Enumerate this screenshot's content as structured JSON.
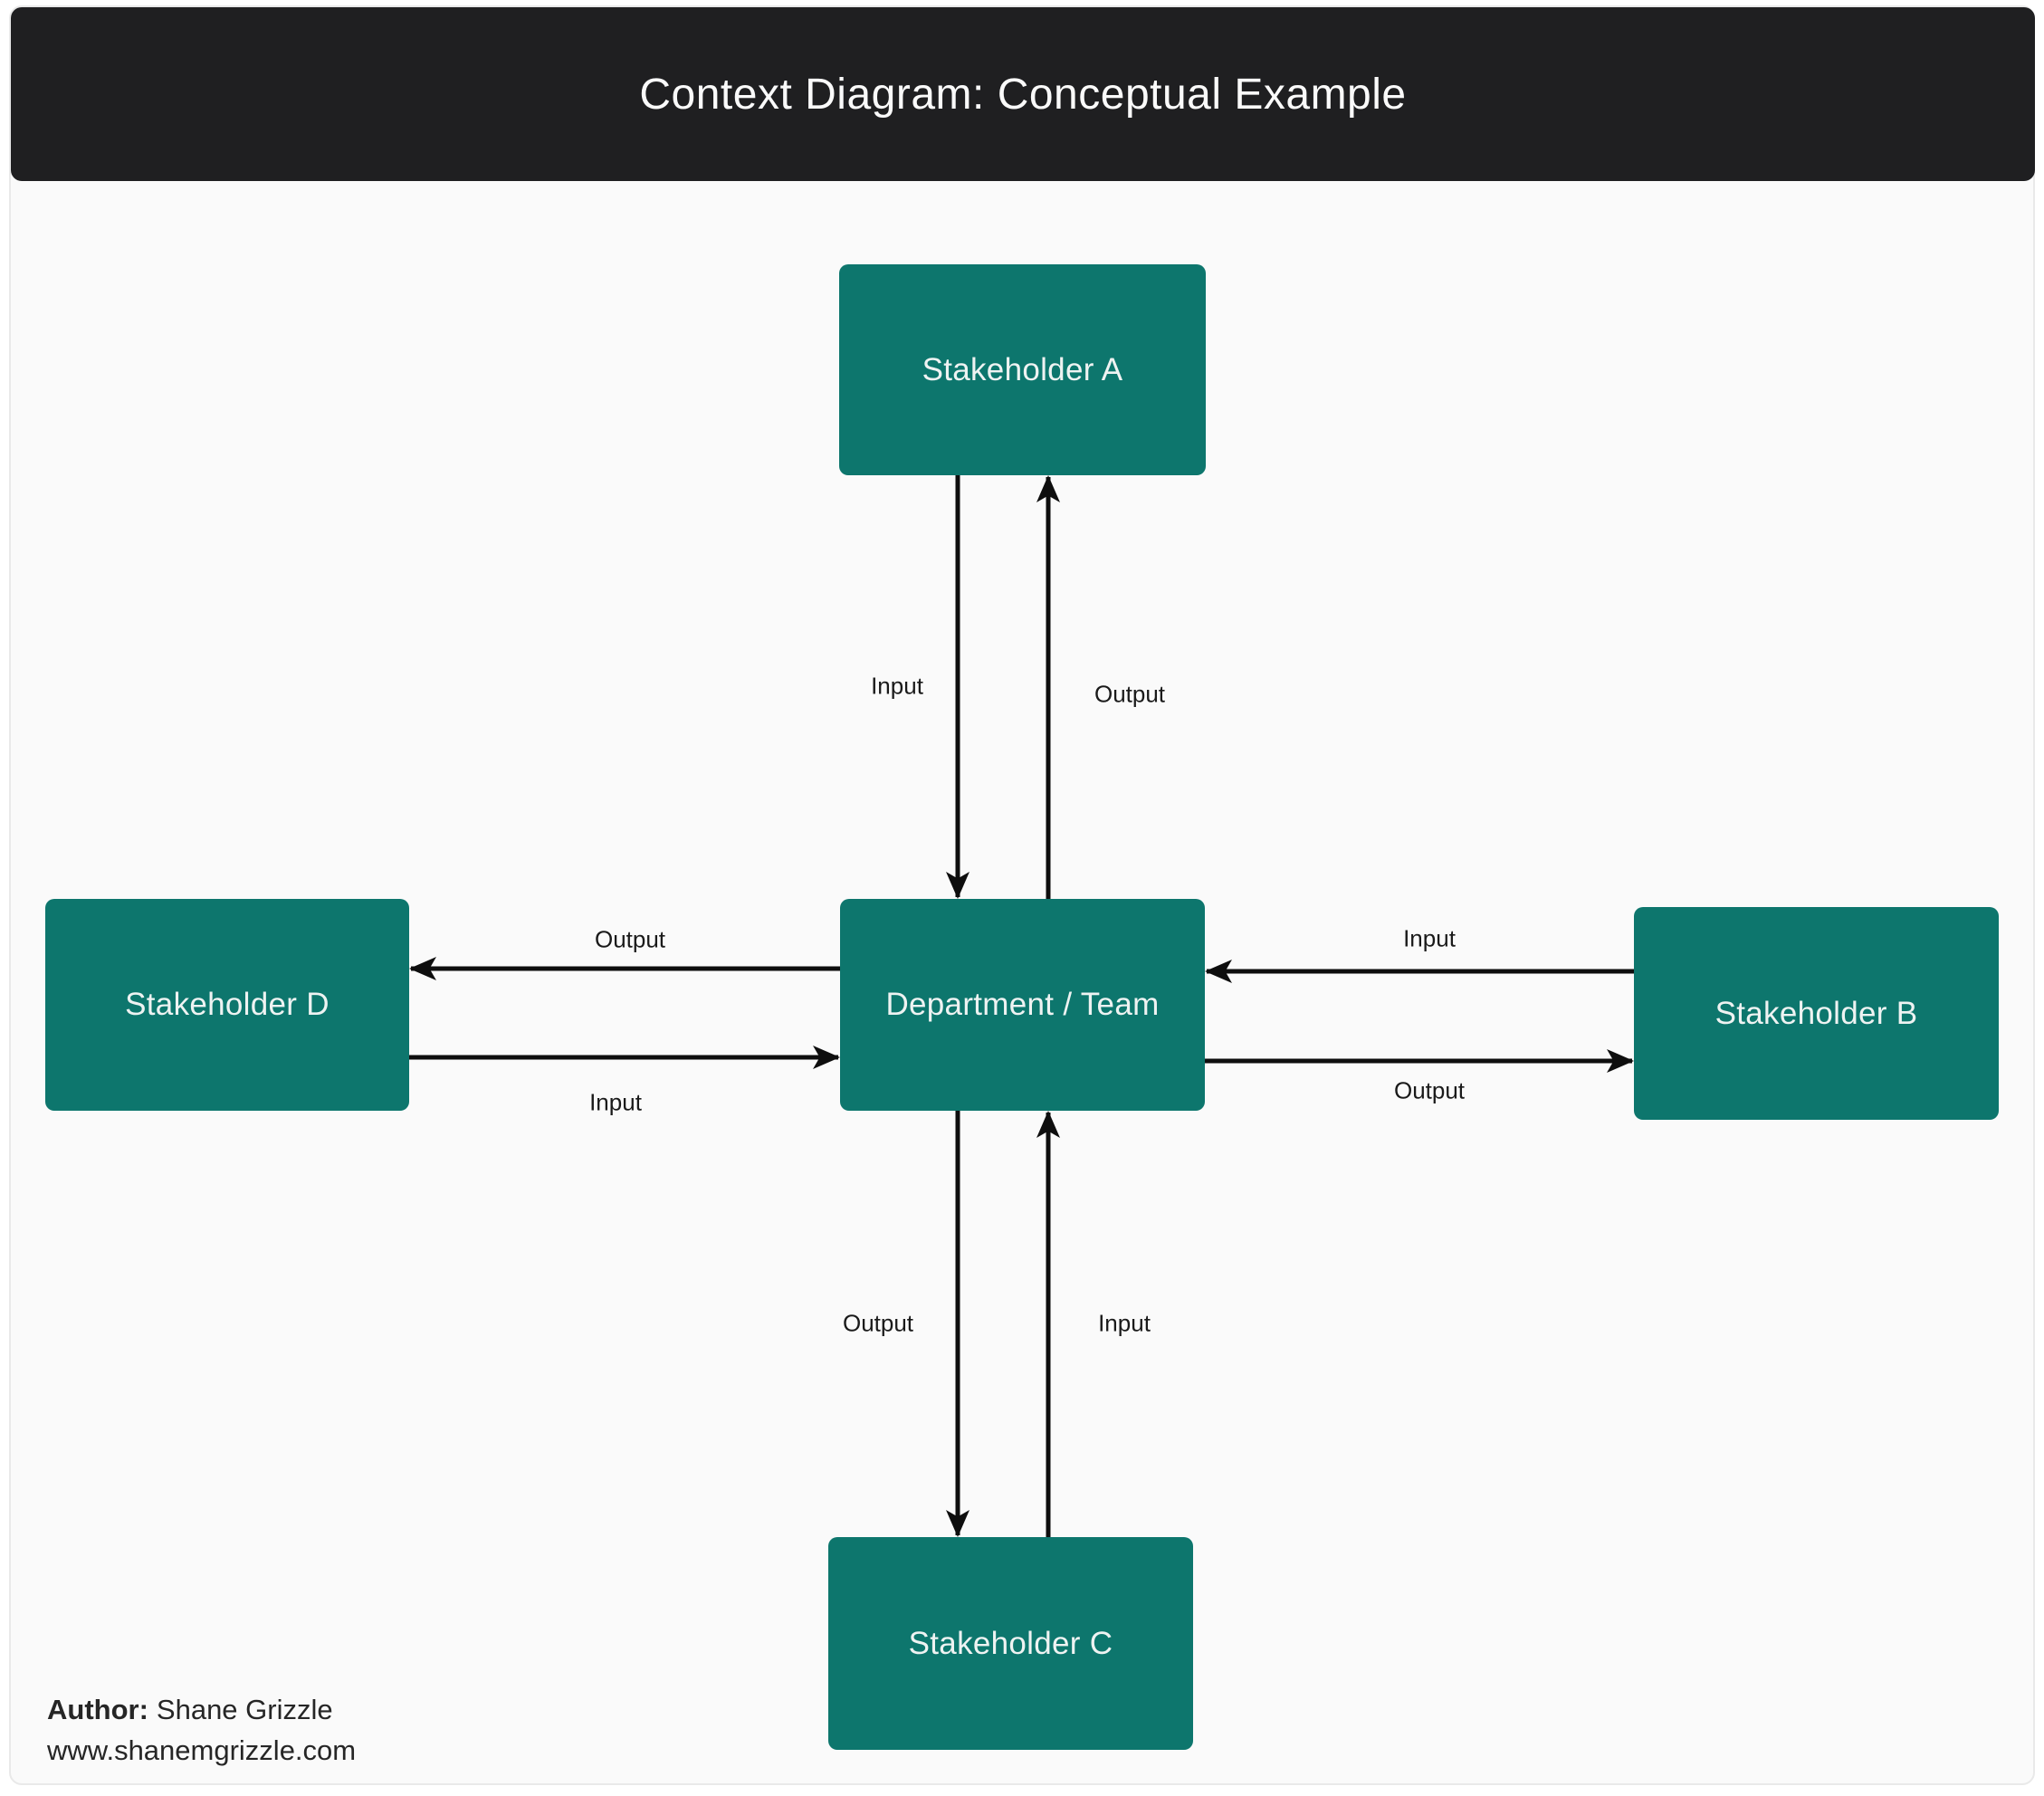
{
  "header": {
    "title": "Context Diagram: Conceptual Example"
  },
  "nodes": {
    "stakeholder_a": "Stakeholder A",
    "stakeholder_b": "Stakeholder B",
    "stakeholder_c": "Stakeholder C",
    "stakeholder_d": "Stakeholder D",
    "department": "Department / Team"
  },
  "edges": {
    "a_input": "Input",
    "a_output": "Output",
    "b_input": "Input",
    "b_output": "Output",
    "c_output": "Output",
    "c_input": "Input",
    "d_output": "Output",
    "d_input": "Input"
  },
  "footer": {
    "author_label": "Author:",
    "author_name": "Shane Grizzle",
    "website": "www.shanemgrizzle.com"
  },
  "colors": {
    "page_bg": "#ffffff",
    "canvas_bg": "#fafafa",
    "canvas_border": "#e9e9e9",
    "header_bg": "#1f1f21",
    "header_text": "#fafafa",
    "node_fill": "#0d766d",
    "node_text": "#eef3f2",
    "arrow": "#0e0e0e",
    "edge_label_text": "#1a1a1a",
    "footer_text": "#262626"
  }
}
